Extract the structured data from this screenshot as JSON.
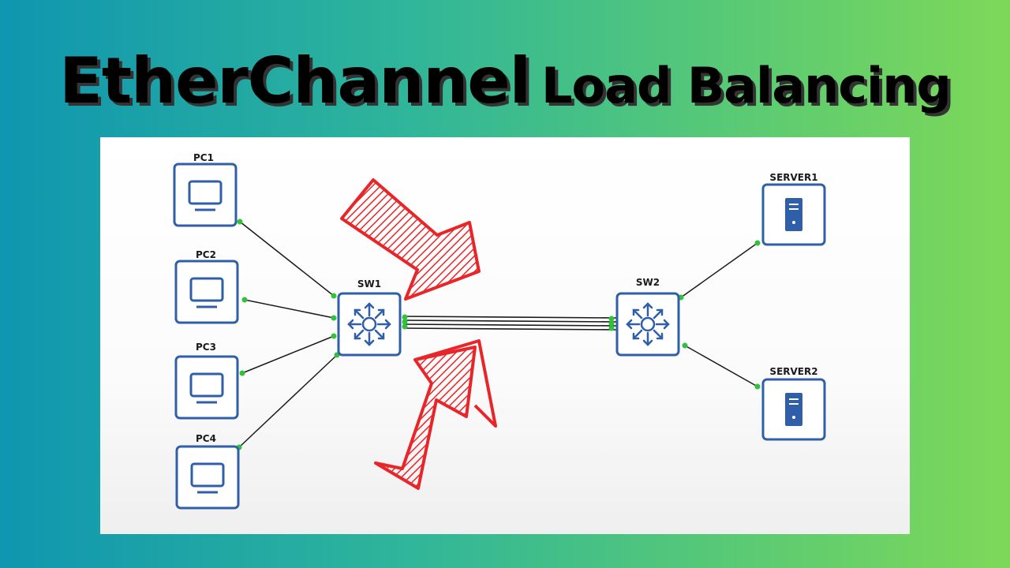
{
  "title": {
    "part1": "EtherChannel",
    "part2": "Load Balancing"
  },
  "diagram": {
    "nodes": {
      "pc1": "PC1",
      "pc2": "PC2",
      "pc3": "PC3",
      "pc4": "PC4",
      "sw1": "SW1",
      "sw2": "SW2",
      "server1": "SERVER1",
      "server2": "SERVER2"
    },
    "colors": {
      "device_border": "#2f5fa8",
      "port_dot": "#31c23a",
      "arrow": "#e8262a",
      "link": "#1a1a1a"
    }
  }
}
